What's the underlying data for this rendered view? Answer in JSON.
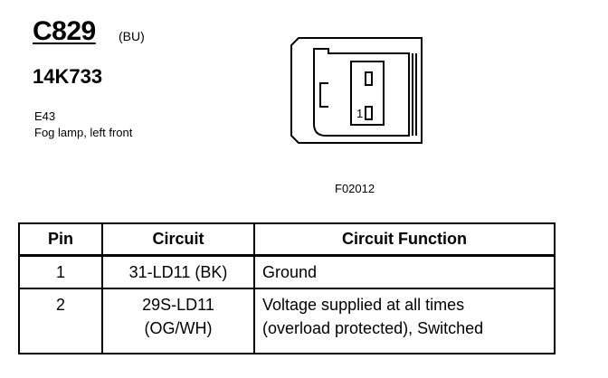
{
  "header": {
    "connector_id": "C829",
    "color_code": "(BU)",
    "part_number": "14K733",
    "location_code": "E43",
    "description": "Fog lamp, left front"
  },
  "figure": {
    "pin_label": "1",
    "reference": "F02012"
  },
  "table": {
    "headers": {
      "pin": "Pin",
      "circuit": "Circuit",
      "function": "Circuit Function"
    },
    "rows": [
      {
        "pin": "1",
        "circuit": [
          "31-LD11 (BK)"
        ],
        "function": [
          "Ground"
        ]
      },
      {
        "pin": "2",
        "circuit": [
          "29S-LD11",
          "(OG/WH)"
        ],
        "function": [
          "Voltage supplied at all times",
          "(overload protected), Switched"
        ]
      }
    ]
  }
}
